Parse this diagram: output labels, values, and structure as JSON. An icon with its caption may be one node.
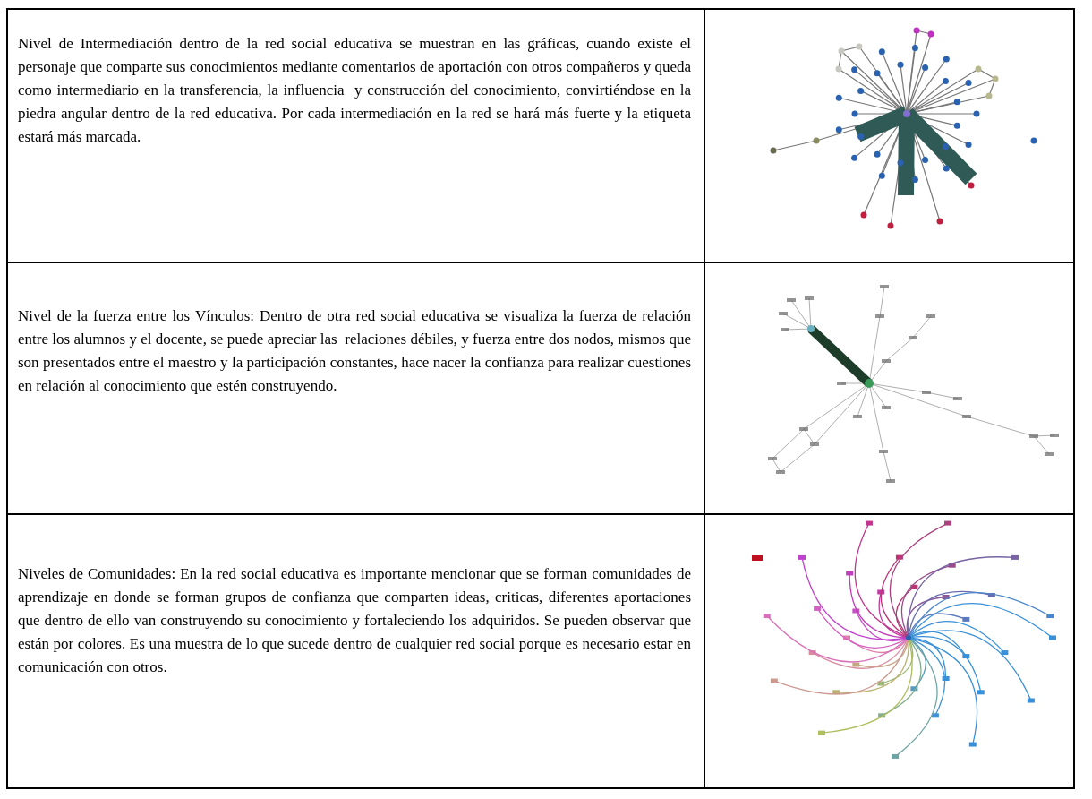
{
  "diagram": {
    "labels": [
      "Nivel de Intermediación dentro de la red social educativa se muestran en las gráficas, cuando existe el personaje que comparte sus conocimientos mediante comentarios de aportación con otros compañeros y queda como intermediario en la transferencia, la influencia  y construcción del conocimiento, convirtiéndose en la piedra angular dentro de la red educativa. Por cada intermediación en la red se hará más fuerte y la etiqueta estará más marcada.",
      "Nivel de la fuerza entre los Vínculos: Dentro de otra red social educativa se visualiza la fuerza de relación entre los alumnos y el docente, se puede apreciar las  relaciones débiles, y fuerza entre dos nodos, mismos que son presentados entre el maestro y la participación constantes, hace nacer la confianza para realizar cuestiones en relación al conocimiento que estén construyendo.",
      "Niveles de Comunidades: En la red social educativa es importante mencionar que se forman comunidades de aprendizaje en donde se forman grupos de confianza que comparten ideas, criticas, diferentes aportaciones que dentro de ello van construyendo su conocimiento y fortaleciendo los adquiridos. Se pueden observar que están por colores. Es una muestra de lo que sucede dentro de cualquier red social porque es necesario estar en comunicación con otros."
    ]
  }
}
